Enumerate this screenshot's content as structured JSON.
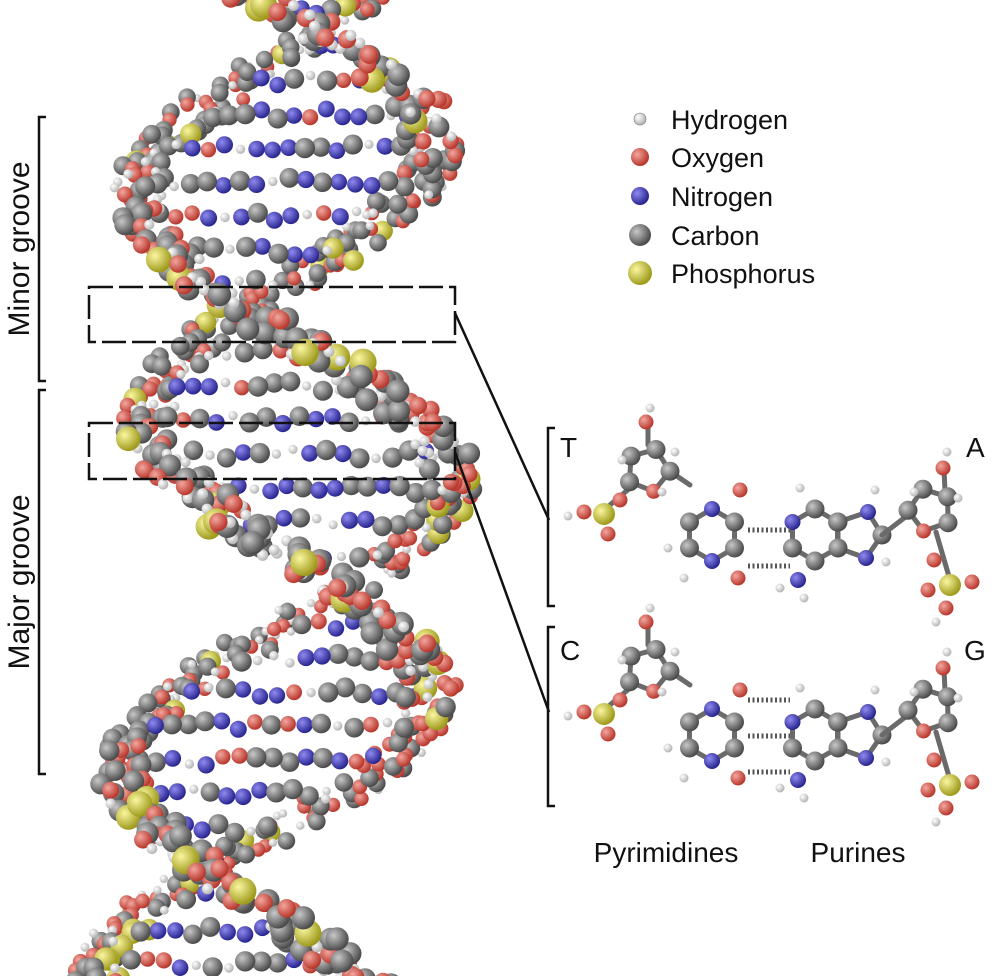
{
  "legend": {
    "items": [
      {
        "label": "Hydrogen",
        "color": "#e8e8e8",
        "size": "small"
      },
      {
        "label": "Oxygen",
        "color": "#d9564a",
        "size": "medium"
      },
      {
        "label": "Nitrogen",
        "color": "#4a45c9",
        "size": "medium"
      },
      {
        "label": "Carbon",
        "color": "#8a8a8a",
        "size": "large"
      },
      {
        "label": "Phosphorus",
        "color": "#d9d43a",
        "size": "large"
      }
    ]
  },
  "grooves": {
    "minor": "Minor groove",
    "major": "Major groove"
  },
  "base_pairs": [
    {
      "left": "T",
      "right": "A",
      "h_bonds": 2
    },
    {
      "left": "C",
      "right": "G",
      "h_bonds": 3
    }
  ],
  "categories": {
    "pyrimidines": "Pyrimidines",
    "purines": "Purines"
  }
}
